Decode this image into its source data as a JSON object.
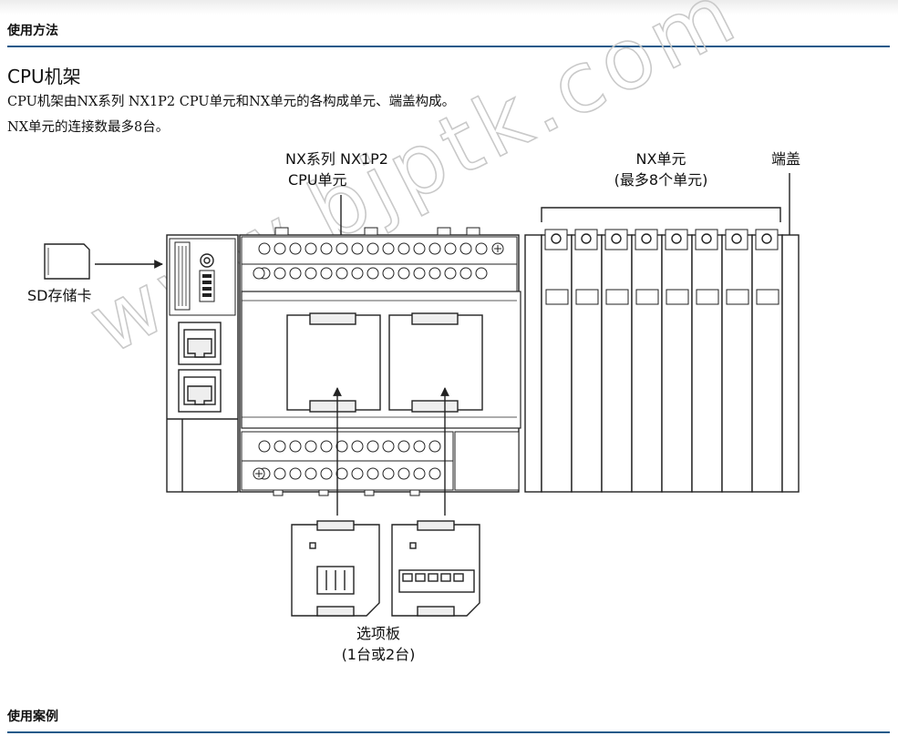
{
  "headers": {
    "usage": "使用方法",
    "cases": "使用案例"
  },
  "section": {
    "title": "CPU机架",
    "para1": "CPU机架由NX系列 NX1P2 CPU单元和NX单元的各构成单元、端盖构成。",
    "para2": "NX单元的连接数最多8台。"
  },
  "diagram": {
    "cpu_label_line1": "NX系列 NX1P2",
    "cpu_label_line2": "CPU单元",
    "nx_label_line1": "NX单元",
    "nx_label_line2": "(最多8个单元)",
    "endcap_label": "端盖",
    "sd_label": "SD存储卡",
    "option_label_line1": "选项板",
    "option_label_line2": "(1台或2台)",
    "watermark": "www.bjptk.com"
  }
}
